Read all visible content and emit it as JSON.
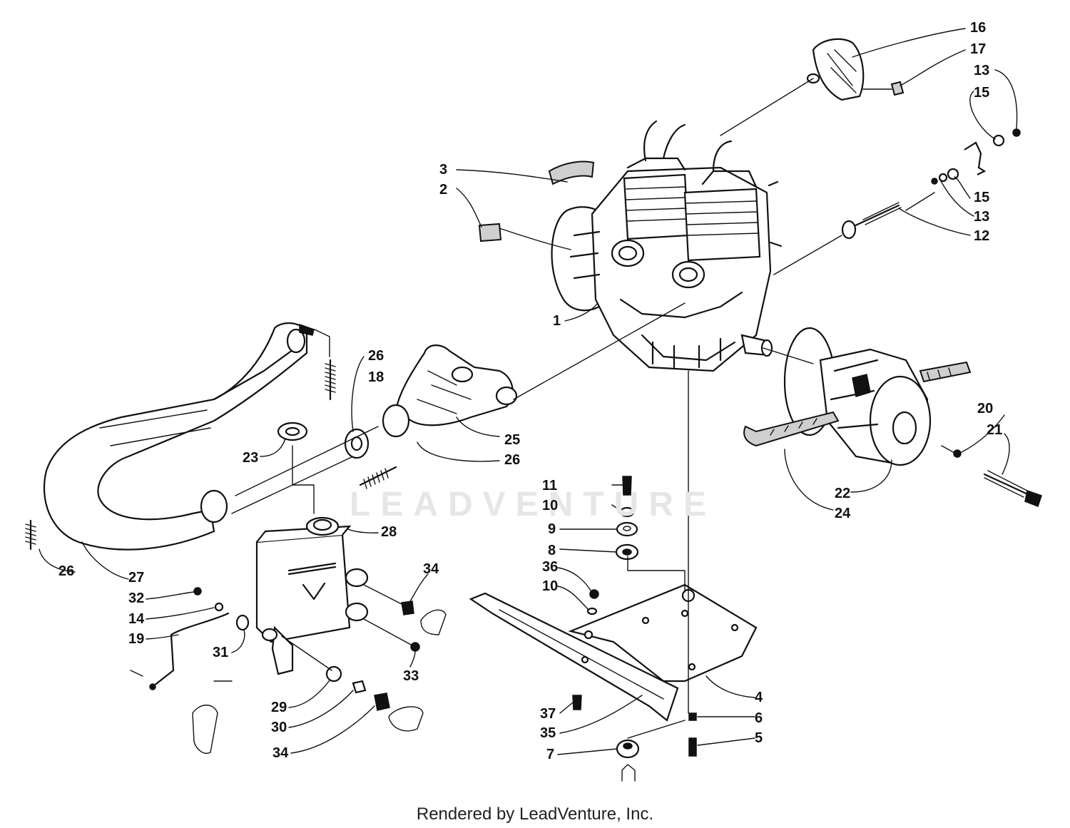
{
  "watermark": "LEADVENTURE",
  "footer": "Rendered by LeadVenture, Inc.",
  "callouts": [
    {
      "id": "c1",
      "text": "1"
    },
    {
      "id": "c2",
      "text": "2"
    },
    {
      "id": "c3",
      "text": "3"
    },
    {
      "id": "c4",
      "text": "4"
    },
    {
      "id": "c5",
      "text": "5"
    },
    {
      "id": "c6",
      "text": "6"
    },
    {
      "id": "c7",
      "text": "7"
    },
    {
      "id": "c8",
      "text": "8"
    },
    {
      "id": "c9",
      "text": "9"
    },
    {
      "id": "c10a",
      "text": "10"
    },
    {
      "id": "c10b",
      "text": "10"
    },
    {
      "id": "c11",
      "text": "11"
    },
    {
      "id": "c12",
      "text": "12"
    },
    {
      "id": "c13a",
      "text": "13"
    },
    {
      "id": "c13b",
      "text": "13"
    },
    {
      "id": "c14",
      "text": "14"
    },
    {
      "id": "c15a",
      "text": "15"
    },
    {
      "id": "c15b",
      "text": "15"
    },
    {
      "id": "c16",
      "text": "16"
    },
    {
      "id": "c17",
      "text": "17"
    },
    {
      "id": "c18",
      "text": "18"
    },
    {
      "id": "c19",
      "text": "19"
    },
    {
      "id": "c20",
      "text": "20"
    },
    {
      "id": "c21",
      "text": "21"
    },
    {
      "id": "c22",
      "text": "22"
    },
    {
      "id": "c23",
      "text": "23"
    },
    {
      "id": "c24",
      "text": "24"
    },
    {
      "id": "c25",
      "text": "25"
    },
    {
      "id": "c26a",
      "text": "26"
    },
    {
      "id": "c26b",
      "text": "26"
    },
    {
      "id": "c26c",
      "text": "26"
    },
    {
      "id": "c27",
      "text": "27"
    },
    {
      "id": "c28",
      "text": "28"
    },
    {
      "id": "c29",
      "text": "29"
    },
    {
      "id": "c30",
      "text": "30"
    },
    {
      "id": "c31",
      "text": "31"
    },
    {
      "id": "c32",
      "text": "32"
    },
    {
      "id": "c33",
      "text": "33"
    },
    {
      "id": "c34a",
      "text": "34"
    },
    {
      "id": "c34b",
      "text": "34"
    },
    {
      "id": "c35",
      "text": "35"
    },
    {
      "id": "c36",
      "text": "36"
    },
    {
      "id": "c37",
      "text": "37"
    }
  ]
}
